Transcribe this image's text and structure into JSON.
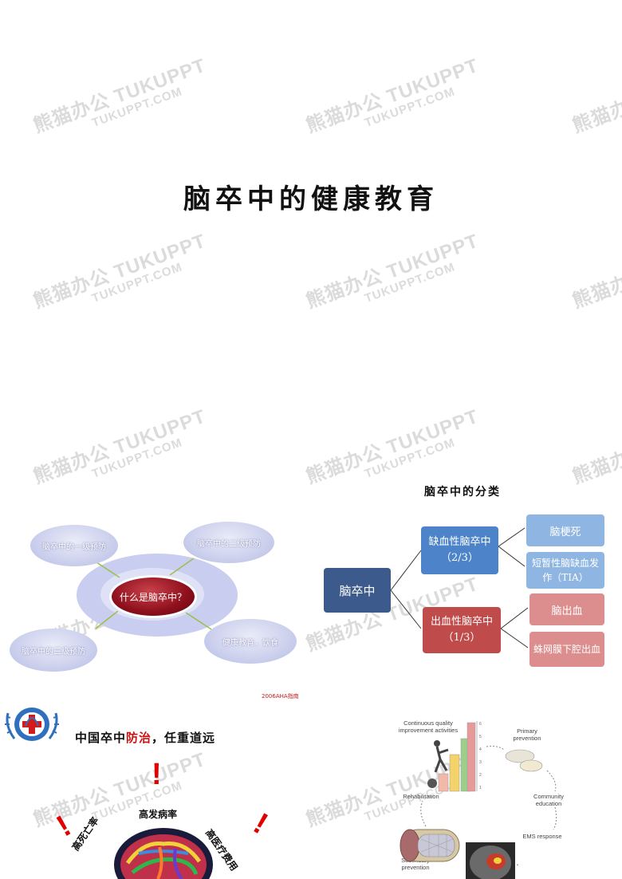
{
  "watermark": {
    "text": "熊猫办公 TUKUPPT",
    "url": "TUKUPPT.COM"
  },
  "title": "脑卒中的健康教育",
  "prevention": {
    "center": "什么是脑卒中？",
    "nodes": {
      "primary": "脑卒中的一级预防",
      "secondary": "脑卒中的二级预防",
      "tertiary": "脑卒中的三级预防",
      "education": "健康教育，饮食"
    },
    "source": "2006AHA指南"
  },
  "classification": {
    "title": "脑卒中的分类",
    "root": "脑卒中",
    "ischemic": {
      "name": "缺血性脑卒中",
      "ratio": "（2/3）"
    },
    "hemorrhagic": {
      "name": "出血性脑卒中",
      "ratio": "（1/3）"
    },
    "leaves": {
      "infarct": "脑梗死",
      "tia": "短暂性脑缺血发作（TIA）",
      "ich": "脑出血",
      "sah": "蛛网膜下腔出血"
    },
    "colors": {
      "root": "#3d5a8c",
      "ischemic": "#4d84c9",
      "ischemic_leaf": "#8fb6e2",
      "hemorrhagic": "#c04b4b",
      "hemorrhagic_leaf": "#dc8e8e"
    }
  },
  "china_panel": {
    "slogan_prefix": "中国卒中",
    "slogan_highlight": "防治",
    "slogan_suffix": "，任重道远",
    "high_incidence": "高发病率",
    "high_mortality": "高死亡率",
    "high_cost": "高医疗费用"
  },
  "care_cycle": {
    "labels": {
      "quality": "Continuous quality improvement activities",
      "primary": "Primary prevention",
      "community": "Community education",
      "ems": "EMS response",
      "secondary": "Secondary prevention",
      "rehab": "Rehabilitation"
    },
    "bar_axis": [
      "6",
      "5",
      "4",
      "3",
      "2",
      "1"
    ]
  }
}
